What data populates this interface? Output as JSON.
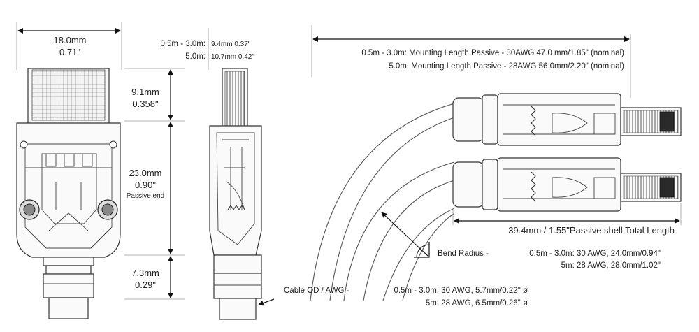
{
  "front_view": {
    "width_mm": "18.0mm",
    "width_in": "0.71\"",
    "top_len_mm": "9.1mm",
    "top_len_in": "0.358\"",
    "body_len_mm": "23.0mm",
    "body_len_in": "0.90\"",
    "body_note": "Passive end",
    "tail_len_mm": "7.3mm",
    "tail_len_in": "0.29\""
  },
  "side_view": {
    "line1_label": "0.5m - 3.0m:",
    "line1_value": "9.4mm 0.37\"",
    "line2_label": "5.0m:",
    "line2_value": "10.7mm 0.42\""
  },
  "mounting": {
    "line1": "0.5m - 3.0m:  Mounting Length Passive - 30AWG 47.0 mm/1.85\" (nominal)",
    "line2": "5.0m:  Mounting Length Passive - 28AWG 56.0mm/2.20\" (nominal)"
  },
  "shell": {
    "label": "39.4mm / 1.55\"Passive shell Total Length"
  },
  "bend_radius": {
    "title": "Bend Radius -",
    "line1": "0.5m - 3.0m:  30 AWG, 24.0mm/0.94\"",
    "line2": "5m:  28 AWG, 28.0mm/1.02\""
  },
  "cable_od": {
    "title": "Cable OD / AWG -",
    "line1": "0.5m - 3.0m:  30 AWG, 5.7mm/0.22\" ø",
    "line2": "5m:  28 AWG, 6.5mm/0.26\" ø"
  }
}
